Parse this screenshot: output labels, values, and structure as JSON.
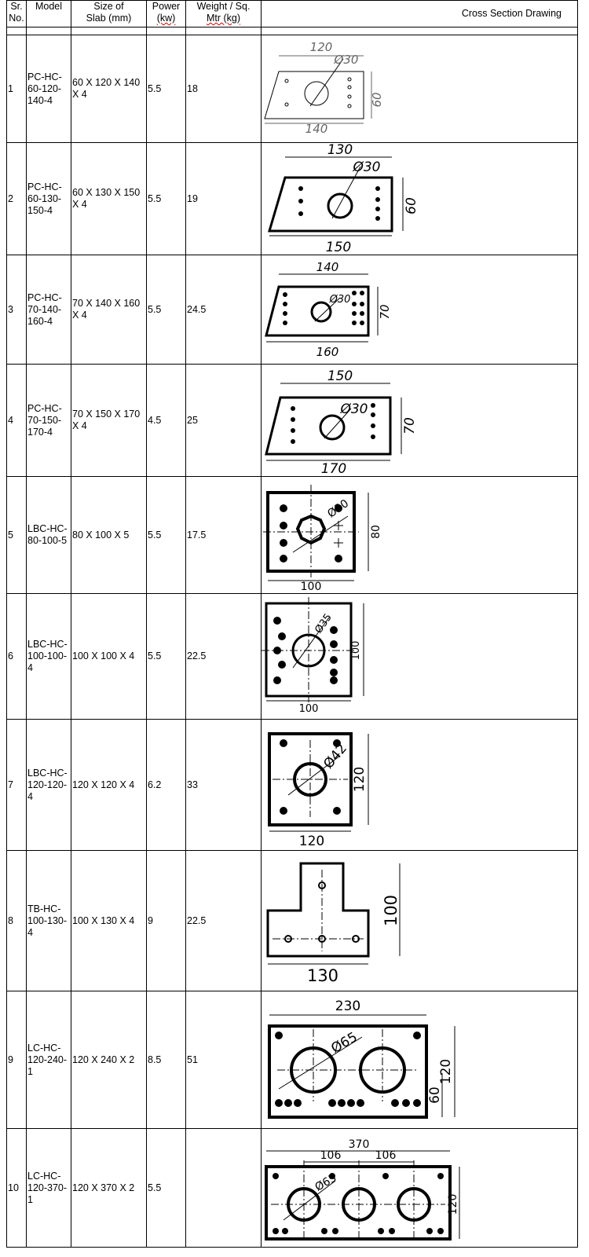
{
  "headers": {
    "sr_line1": "Sr.",
    "sr_line2": "No.",
    "model": "Model",
    "size_line1": "Size of",
    "size_line2": "Slab (mm)",
    "power_line1": "Power",
    "power_line2": "(kw)",
    "weight_line1": "Weight / Sq.",
    "weight_line2": "Mtr (kg)",
    "drawing": "Cross Section Drawing"
  },
  "rows": [
    {
      "sr": "1",
      "model": "PC-HC-60-120-140-4",
      "size": "60 X 120 X 140 X 4",
      "power": "5.5",
      "weight": "18",
      "dims": {
        "top": "120",
        "bottom": "140",
        "height": "60",
        "dia": "Ø30"
      }
    },
    {
      "sr": "2",
      "model": "PC-HC-60-130-150-4",
      "size": "60 X 130 X 150 X 4",
      "power": "5.5",
      "weight": "19",
      "dims": {
        "top": "130",
        "bottom": "150",
        "height": "60",
        "dia": "Ø30"
      }
    },
    {
      "sr": "3",
      "model": "PC-HC-70-140-160-4",
      "size": "70 X 140 X 160 X 4",
      "power": "5.5",
      "weight": "24.5",
      "dims": {
        "top": "140",
        "bottom": "160",
        "height": "70",
        "dia": "Ø30"
      }
    },
    {
      "sr": "4",
      "model": "PC-HC-70-150-170-4",
      "size": "70 X 150 X 170 X 4",
      "power": "4.5",
      "weight": "25",
      "dims": {
        "top": "150",
        "bottom": "170",
        "height": "70",
        "dia": "Ø30"
      }
    },
    {
      "sr": "5",
      "model": "LBC-HC-80-100-5",
      "size": "80 X 100 X 5",
      "power": "5.5",
      "weight": "17.5",
      "dims": {
        "bottom": "100",
        "height": "80",
        "dia": "Ø30"
      }
    },
    {
      "sr": "6",
      "model": "LBC-HC-100-100-4",
      "size": "100 X 100 X 4",
      "power": "5.5",
      "weight": "22.5",
      "dims": {
        "bottom": "100",
        "height": "100",
        "dia": "Ø35"
      }
    },
    {
      "sr": "7",
      "model": "LBC-HC-120-120-4",
      "size": "120 X 120 X 4",
      "power": "6.2",
      "weight": "33",
      "dims": {
        "bottom": "120",
        "height": "120",
        "dia": "Ø42"
      }
    },
    {
      "sr": "8",
      "model": "TB-HC-100-130-4",
      "size": "100 X 130 X 4",
      "power": "9",
      "weight": "22.5",
      "dims": {
        "bottom": "130",
        "height": "100"
      }
    },
    {
      "sr": "9",
      "model": "LC-HC-120-240-1",
      "size": "120 X 240 X 2",
      "power": "8.5",
      "weight": "51",
      "dims": {
        "top": "230",
        "height": "120",
        "sub": "60",
        "dia": "Ø65"
      }
    },
    {
      "sr": "10",
      "model": "LC-HC-120-370-1",
      "size": "120 X 370 X 2",
      "power": "5.5",
      "weight": "",
      "dims": {
        "top": "370",
        "pitch_a": "106",
        "pitch_b": "106",
        "height": "120",
        "dia": "Ø65"
      }
    }
  ]
}
